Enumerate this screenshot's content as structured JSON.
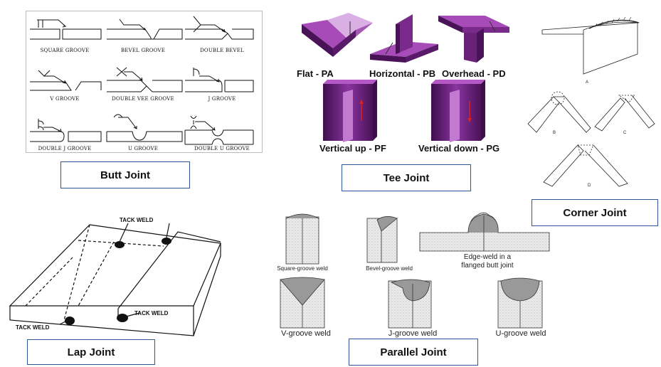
{
  "labels": {
    "butt": "Butt Joint",
    "tee": "Tee Joint",
    "corner": "Corner Joint",
    "lap": "Lap Joint",
    "parallel": "Parallel Joint"
  },
  "butt_grooves": [
    "SQUARE GROOVE",
    "BEVEL GROOVE",
    "DOUBLE BEVEL",
    "V GROOVE",
    "DOUBLE VEE GROOVE",
    "J GROOVE",
    "DOUBLE J GROOVE",
    "U GROOVE",
    "DOUBLE U GROOVE"
  ],
  "tee_positions": [
    "Flat - PA",
    "Horizontal - PB",
    "Overhead - PD",
    "Vertical up - PF",
    "Vertical down - PG"
  ],
  "corner_letters": [
    "A",
    "B",
    "C",
    "D"
  ],
  "lap_callouts": [
    "TACK WELD",
    "TACK WELD",
    "TACK WELD"
  ],
  "parallel_welds": [
    "Square-groove weld",
    "Bevel-groove weld",
    "Edge-weld in a flanged butt joint",
    "V-groove weld",
    "J-groove weld",
    "U-groove weld"
  ],
  "colors": {
    "label_border": "#2f5597",
    "tee_purple": "#7a2a8a",
    "tee_dark": "#4a1257",
    "tee_light": "#a64bb8",
    "arrow_red": "#e0201a"
  }
}
